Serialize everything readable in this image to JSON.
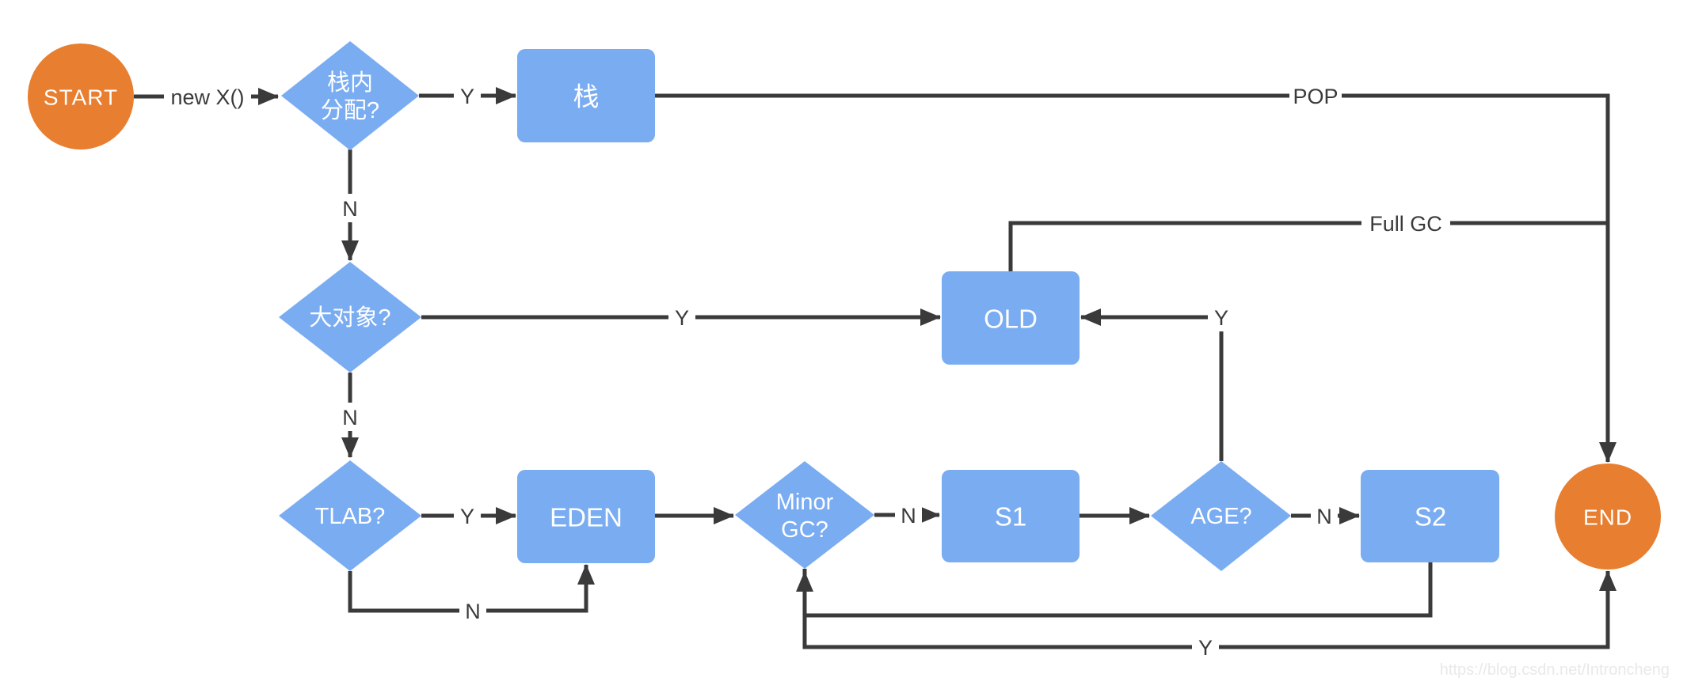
{
  "diagram": {
    "nodes": {
      "start": {
        "label": "START"
      },
      "stack_alloc_decision": {
        "lines": [
          "栈内",
          "分配?"
        ]
      },
      "stack": {
        "label": "栈"
      },
      "big_object_decision": {
        "label": "大对象?"
      },
      "old": {
        "label": "OLD"
      },
      "tlab_decision": {
        "label": "TLAB?"
      },
      "eden": {
        "label": "EDEN"
      },
      "minor_gc_decision": {
        "lines": [
          "Minor",
          "GC?"
        ]
      },
      "s1": {
        "label": "S1"
      },
      "age_decision": {
        "label": "AGE?"
      },
      "s2": {
        "label": "S2"
      },
      "end": {
        "label": "END"
      }
    },
    "edge_labels": {
      "new_object": "new X()",
      "stack_alloc_yes": "Y",
      "stack_alloc_no": "N",
      "pop": "POP",
      "big_object_yes": "Y",
      "big_object_no": "N",
      "full_gc": "Full GC",
      "tlab_yes": "Y",
      "tlab_no": "N",
      "minor_gc_no": "N",
      "minor_gc_yes": "Y",
      "age_no": "N",
      "age_yes": "Y"
    },
    "colors": {
      "process_fill": "#7aacf2",
      "terminal_fill": "#e87e2f",
      "node_text": "#ffffff",
      "connector": "#3a3a3a",
      "edge_label_text": "#3a3a3a",
      "watermark": "#e9e9e9",
      "background": "#ffffff"
    },
    "watermark": "https://blog.csdn.net/Introncheng"
  }
}
